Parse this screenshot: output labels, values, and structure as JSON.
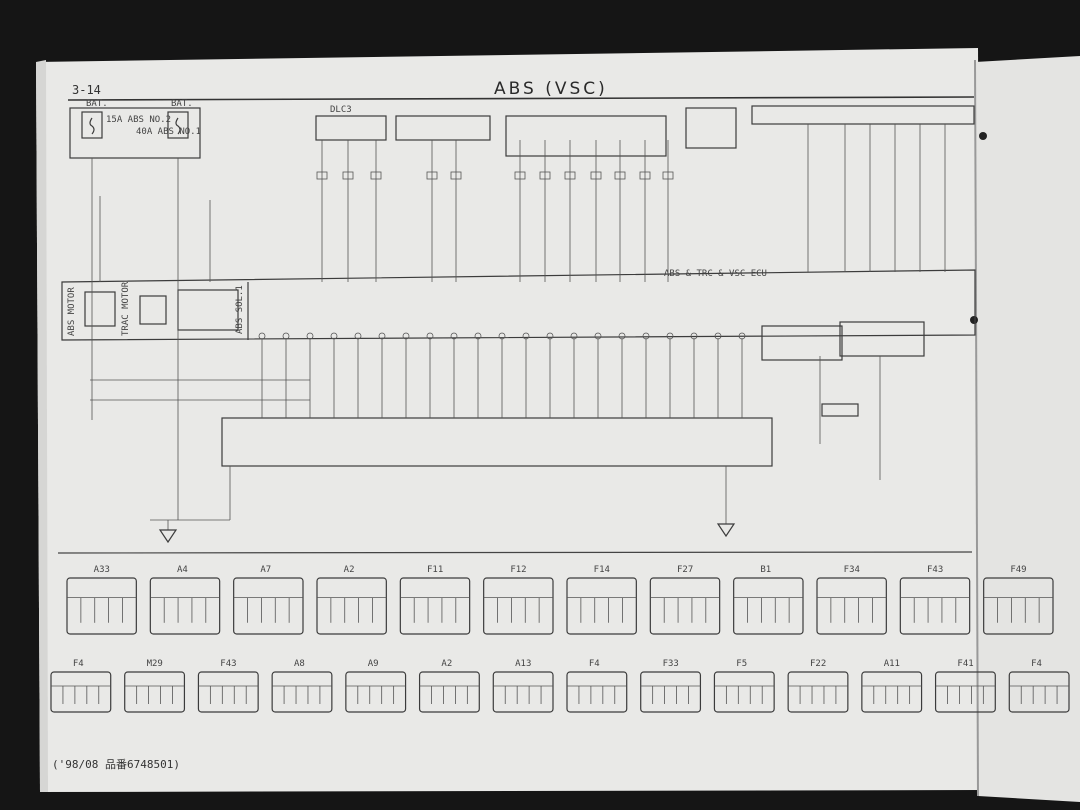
{
  "page": {
    "page_number": "3-14",
    "title": "ABS (VSC)",
    "footer": "('98/08 品番6748501)"
  },
  "diagram": {
    "labels": {
      "bat_1": "BAT.",
      "bat_2": "BAT.",
      "fuse_1": "15A ABS NO.2",
      "fuse_2": "40A ABS NO.1",
      "dlc": "DLC3",
      "abs_motor": "ABS MOTOR",
      "trac_motor": "TRAC MOTOR",
      "abs_sol": "ABS SOL.1",
      "band_note": "ABS & TRC & VSC ECU"
    }
  },
  "connectors": {
    "row1": [
      "A33",
      "A4",
      "A7",
      "A2",
      "F11",
      "F12",
      "F14",
      "F27",
      "B1",
      "F34",
      "F43",
      "F49"
    ],
    "row2": [
      "F4",
      "M29",
      "F43",
      "A8",
      "A9",
      "A2",
      "A13",
      "F4",
      "F33",
      "F5",
      "F22",
      "A11",
      "F41",
      "F4"
    ]
  },
  "colors": {
    "paper": "#ececea",
    "ink": "#3c3c3c",
    "background": "#151515"
  }
}
